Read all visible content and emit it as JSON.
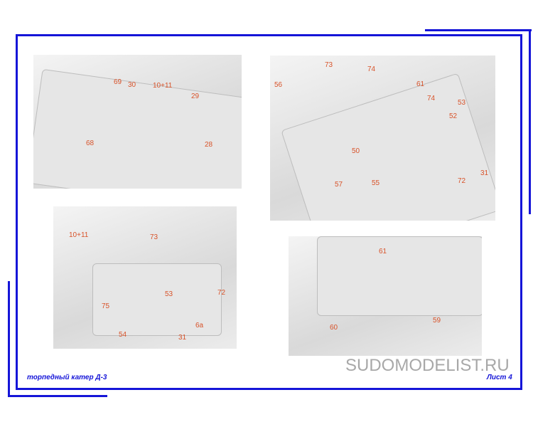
{
  "footer": {
    "title": "торпедный катер Д-3",
    "sheet": "Лист 4",
    "watermark": "SUDOMODELIST.RU"
  },
  "photos": [
    {
      "labels": [
        "69",
        "30",
        "10+11",
        "29",
        "68",
        "28"
      ]
    },
    {
      "labels": [
        "56",
        "73",
        "74",
        "61",
        "74",
        "53",
        "52",
        "50",
        "57",
        "55",
        "72",
        "31"
      ]
    },
    {
      "labels": [
        "10+11",
        "73",
        "53",
        "75",
        "72",
        "6а",
        "54",
        "31"
      ]
    },
    {
      "labels": [
        "61",
        "59",
        "60"
      ]
    }
  ]
}
